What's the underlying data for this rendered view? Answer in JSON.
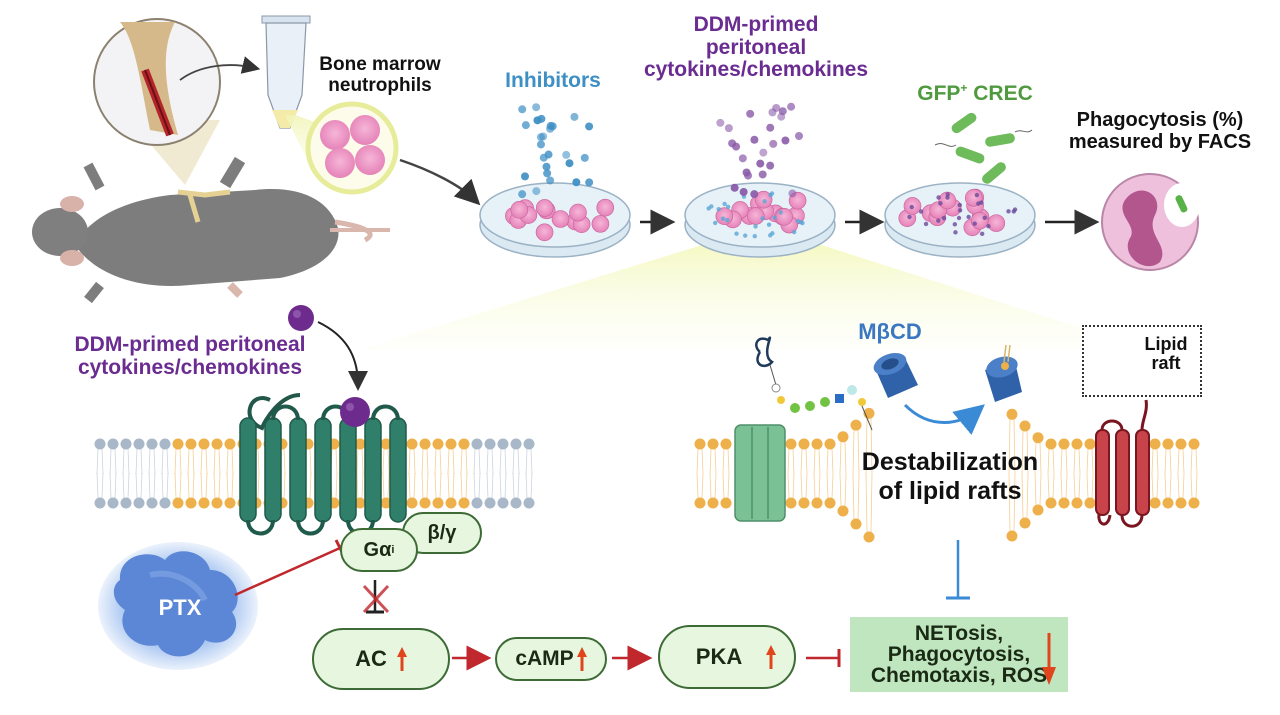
{
  "title": "Neutrophil phagocytosis assay and GPCR / lipid raft signaling schematic",
  "workflow": {
    "source_label_line1": "Bone marrow",
    "source_label_line2": "neutrophils",
    "inhibitors_label": "Inhibitors",
    "cytokines_label_line1": "DDM-primed",
    "cytokines_label_line2": "peritoneal",
    "cytokines_label_line3": "cytokines/chemokines",
    "bacteria_label_main": "GFP",
    "bacteria_label_sup": "+",
    "bacteria_label_rest": " CREC",
    "readout_label_line1": "Phagocytosis (%)",
    "readout_label_line2": "measured by FACS",
    "steps": [
      "mouse",
      "bone-marrow-extraction",
      "neutrophils-tube",
      "dish-inhibitors",
      "dish-cytokines",
      "dish-bacteria",
      "phagocytosing-neutrophil"
    ]
  },
  "signaling": {
    "ligand_label_line1": "DDM-primed peritoneal",
    "ligand_label_line2": "cytokines/chemokines",
    "g_alpha": "Gα",
    "g_alpha_sub": "i",
    "g_betagamma": "β/γ",
    "inhibitor": "PTX",
    "ac": "AC",
    "camp": "cAMP",
    "pka": "PKA",
    "outcome_line1": "NETosis,",
    "outcome_line2": "Phagocytosis,",
    "outcome_line3": "Chemotaxis, ROS",
    "ac_direction": "up",
    "camp_direction": "up",
    "pka_direction": "up",
    "outcome_direction": "down"
  },
  "lipid_raft": {
    "agent": "MβCD",
    "effect_line1": "Destabilization",
    "effect_line2": "of lipid rafts",
    "legend_line1": "Lipid",
    "legend_line2": "raft"
  },
  "colors": {
    "purple_text": "#6a2c91",
    "inhibitor_blue": "#3e8fc4",
    "gfp_green": "#4f9a3e",
    "receptor_teal": "#2f7f6b",
    "raft_lipid": "#eeb04a",
    "nonraft_lipid": "#a9b8c9",
    "inhibit_red": "#c0282e",
    "arrow_orange": "#e0451c",
    "pill_fill": "#e6f6df",
    "outcome_fill": "#bfe6bf"
  }
}
